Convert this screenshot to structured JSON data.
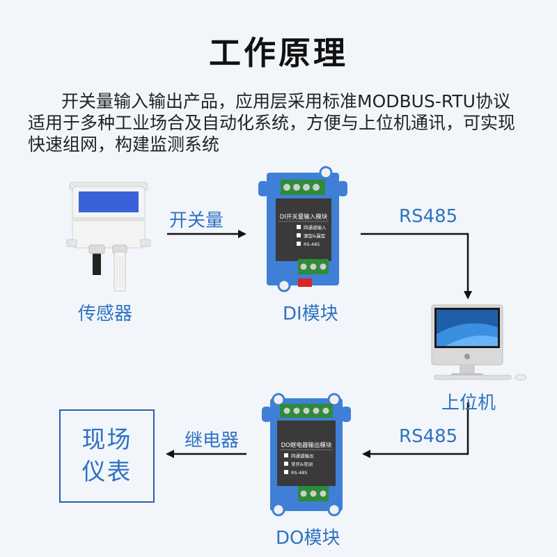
{
  "title": "工作原理",
  "description": [
    "开关量输入输出产品，应用层采用标准MODBUS-RTU协议",
    "适用于多种工业场合及自动化系统，方便与上位机通讯，可实现",
    "快速组网，构建监测系统"
  ],
  "labels": {
    "sensor": "传感器",
    "di_module": "DI模块",
    "host": "上位机",
    "do_module": "DO模块",
    "signal_in": "开关量",
    "bus_top": "RS485",
    "bus_bottom": "RS485",
    "relay": "继电器",
    "field_line1": "现场",
    "field_line2": "仪表"
  },
  "di_panel": {
    "title": "DI开关量输入模块",
    "rows": [
      "四通道输入",
      "源型&漏型",
      "RS-485"
    ]
  },
  "do_panel": {
    "title": "DO继电器输出模块",
    "rows": [
      "四通道输出",
      "常开&常闭",
      "RS-485"
    ]
  },
  "colors": {
    "label_blue": "#2f72c0",
    "module_blue": "#3f7fd6",
    "terminal_green": "#2e8b3a",
    "arrow": "#111111",
    "sensor_bar": "#3a62d8"
  }
}
